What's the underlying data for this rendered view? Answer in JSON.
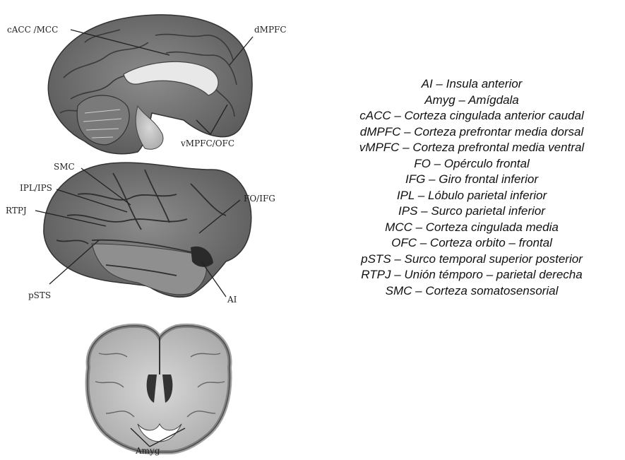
{
  "labels": {
    "cacc_mcc": "cACC /MCC",
    "dmpfc": "dMPFC",
    "vmpfc_ofc": "vMPFC/OFC",
    "smc": "SMC",
    "ipl_ips": "IPL/IPS",
    "rtpj": "RTPJ",
    "fo_ifg": "FO/IFG",
    "psts": "pSTS",
    "ai": "AI",
    "amyg": "Amyg"
  },
  "legend": [
    "AI – Insula anterior",
    "Amyg – Amígdala",
    "cACC – Corteza cingulada anterior caudal",
    "dMPFC – Corteza prefrontar media dorsal",
    "vMPFC – Corteza prefrontal media ventral",
    "FO – Opérculo frontal",
    "IFG – Giro frontal inferior",
    "IPL – Lóbulo parietal inferior",
    "IPS – Surco parietal inferior",
    "MCC – Corteza cingulada media",
    "OFC – Corteza orbito – frontal",
    "pSTS – Surco temporal superior posterior",
    "RTPJ – Unión témporo – parietal derecha",
    "SMC – Corteza somatosensorial"
  ]
}
